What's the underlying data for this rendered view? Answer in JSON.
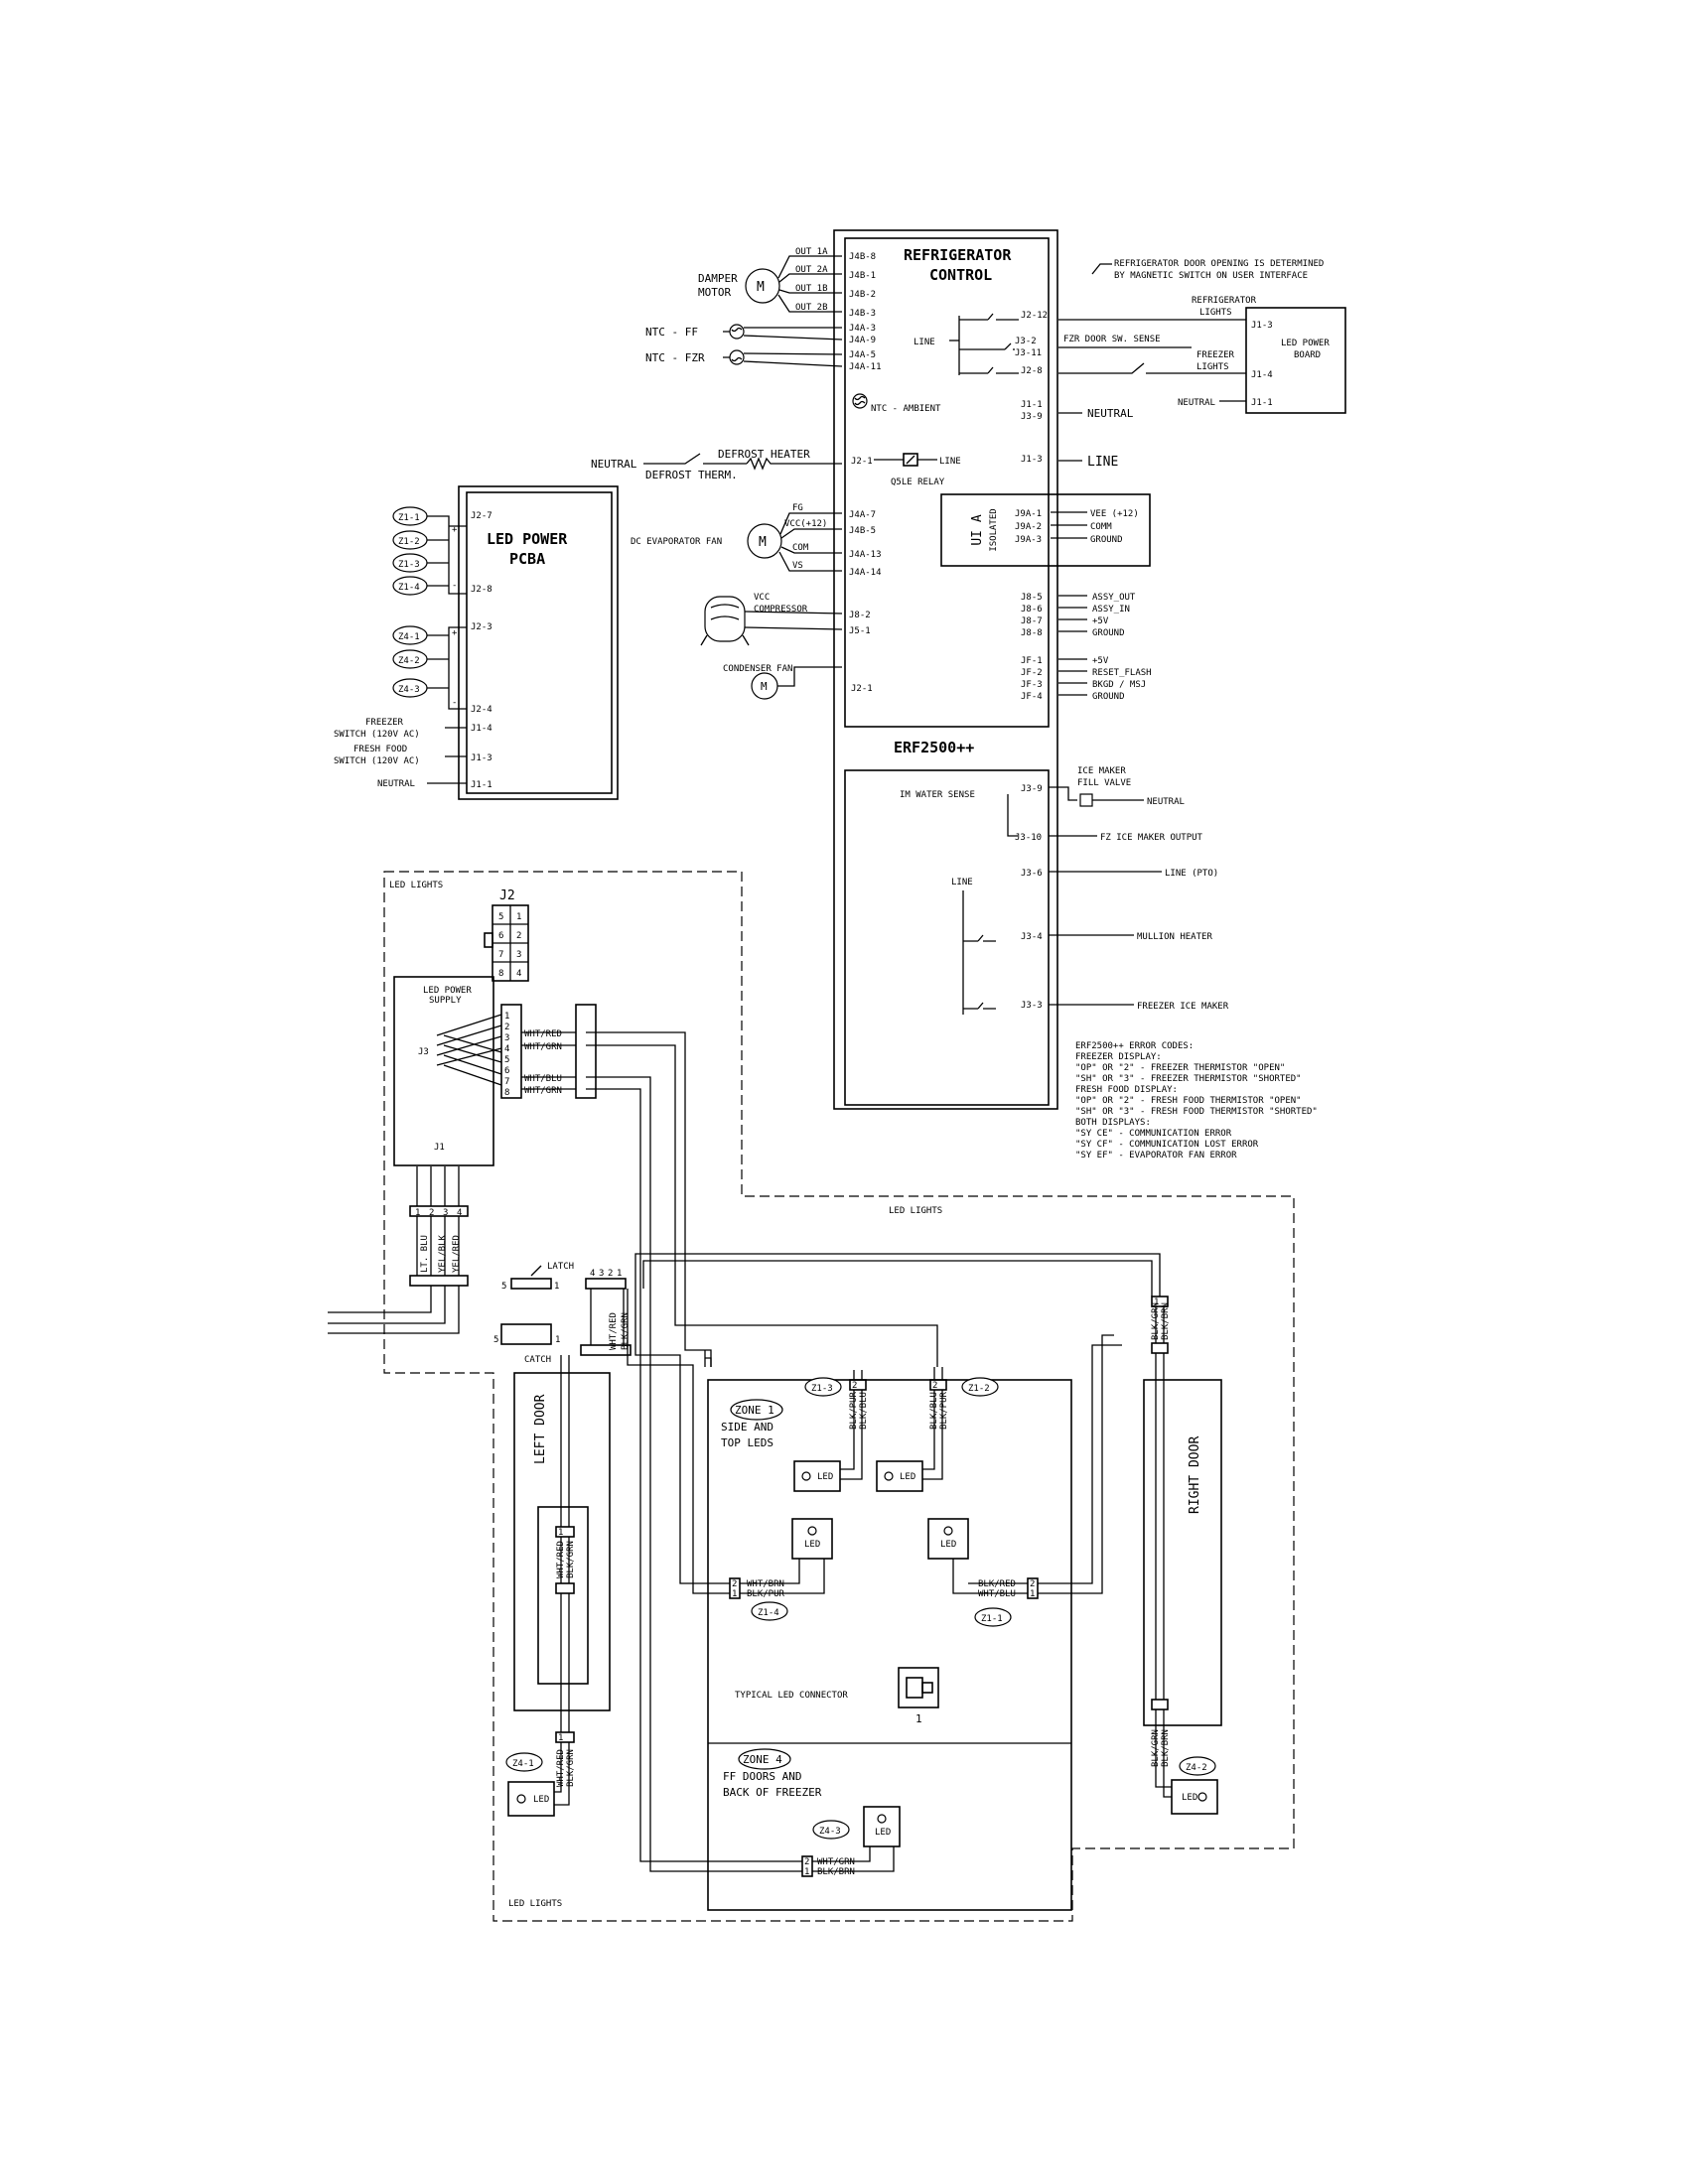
{
  "control": {
    "title1": "REFRIGERATOR",
    "title2": "CONTROL",
    "model": "ERF2500++",
    "pins_left": [
      "J4B-8",
      "J4B-1",
      "J4B-2",
      "J4B-3",
      "J4A-3",
      "J4A-9",
      "J4A-5",
      "J4A-11"
    ],
    "fan_pins": [
      "J4A-7",
      "J4B-5",
      "J4A-13",
      "J4A-14"
    ],
    "comp_pins": [
      "J8-2",
      "J5-1"
    ],
    "j2_1": "J2-1",
    "j2_12": "J2-12",
    "j3_2": "J3-2",
    "j3_11": "J3-11",
    "j2_8": "J2-8",
    "j1_1": "J1-1",
    "j3_9": "J3-9",
    "j1_3": "J1-3",
    "line": "LINE",
    "ntc_ambient": "NTC  - AMBIENT",
    "relay_line": "LINE",
    "relay": "Q5LE RELAY"
  },
  "damper": {
    "label1": "DAMPER",
    "label2": "MOTOR",
    "outs": [
      "OUT 1A",
      "OUT 2A",
      "OUT 1B",
      "OUT 2B"
    ],
    "m": "M"
  },
  "ntc": {
    "ff": "NTC - FF",
    "fzr": "NTC - FZR"
  },
  "defrost": {
    "neutral": "NEUTRAL",
    "heater": "DEFROST HEATER",
    "therm": "DEFROST THERM."
  },
  "evap_fan": {
    "label": "DC EVAPORATOR FAN",
    "m": "M",
    "pins": [
      "FG",
      "VCC(+12)",
      "COM",
      "VS"
    ]
  },
  "compressor": {
    "label1": "VCC",
    "label2": "COMPRESSOR"
  },
  "condenser": {
    "label": "CONDENSER FAN",
    "m": "M"
  },
  "right_terms": {
    "neutral": "NEUTRAL",
    "line": "LINE",
    "fzr_sense": "FZR DOOR SW. SENSE",
    "door_note1": "REFRIGERATOR DOOR OPENING IS DETERMINED",
    "door_note2": "BY MAGNETIC SWITCH ON USER INTERFACE",
    "ref_lights1": "REFRIGERATOR",
    "ref_lights2": "LIGHTS",
    "fzr_lights1": "FREEZER",
    "fzr_lights2": "LIGHTS",
    "neutral2": "NEUTRAL"
  },
  "led_board": {
    "title1": "LED POWER",
    "title2": "BOARD",
    "pins": [
      "J1-3",
      "J1-4",
      "J1-1"
    ]
  },
  "ui": {
    "title": "UI A",
    "sub": "ISOLATED",
    "pins": [
      "J9A-1",
      "J9A-2",
      "J9A-3"
    ],
    "sigs": [
      "VEE (+12)",
      "COMM",
      "GROUND"
    ]
  },
  "j8": {
    "pins": [
      "J8-5",
      "J8-6",
      "J8-7",
      "J8-8"
    ],
    "sigs": [
      "ASSY_OUT",
      "ASSY_IN",
      "+5V",
      "GROUND"
    ]
  },
  "jf": {
    "pins": [
      "JF-1",
      "JF-2",
      "JF-3",
      "JF-4"
    ],
    "sigs": [
      "+5V",
      "RESET_FLASH",
      "BKGD / MSJ",
      "GROUND"
    ]
  },
  "ice": {
    "im_sense": "IM WATER SENSE",
    "j3_9": "J3-9",
    "j3_10": "J3-10",
    "valve1": "ICE MAKER",
    "valve2": "FILL VALVE",
    "neutral": "NEUTRAL",
    "fz_output": "FZ ICE MAKER OUTPUT",
    "j3_6": "J3-6",
    "line_pto": "LINE (PTO)",
    "line": "LINE",
    "j3_4": "J3-4",
    "mullion": "MULLION HEATER",
    "j3_3": "J3-3",
    "fzr_ice": "FREEZER ICE MAKER"
  },
  "errors": {
    "lines": [
      "ERF2500++ ERROR CODES:",
      "FREEZER DISPLAY:",
      "   \"OP\" OR \"2\" - FREEZER THERMISTOR \"OPEN\"",
      "   \"SH\" OR \"3\" - FREEZER THERMISTOR \"SHORTED\"",
      "FRESH FOOD DISPLAY:",
      "   \"OP\" OR \"2\" - FRESH FOOD THERMISTOR \"OPEN\"",
      "   \"SH\" OR \"3\" - FRESH FOOD THERMISTOR \"SHORTED\"",
      "BOTH DISPLAYS:",
      "\"SY CE\" - COMMUNICATION ERROR",
      "\"SY CF\" - COMMUNICATION LOST ERROR",
      "\"SY EF\" - EVAPORATOR FAN ERROR"
    ]
  },
  "led_pcba": {
    "title1": "LED POWER",
    "title2": "PCBA",
    "pins": [
      "J2-7",
      "J2-8",
      "J2-3",
      "J2-4",
      "J1-4",
      "J1-3",
      "J1-1"
    ],
    "z1": [
      "Z1-1",
      "Z1-2",
      "Z1-3",
      "Z1-4"
    ],
    "z4": [
      "Z4-1",
      "Z4-2",
      "Z4-3"
    ],
    "freezer_sw1": "FREEZER",
    "freezer_sw2": "SWITCH (120V AC)",
    "ff_sw1": "FRESH FOOD",
    "ff_sw2": "SWITCH (120V AC)",
    "neutral": "NEUTRAL",
    "plus": "+",
    "minus": "-"
  },
  "lower": {
    "led_lights": "LED LIGHTS",
    "j2": "J2",
    "j2_grid": [
      [
        "5",
        "1"
      ],
      [
        "6",
        "2"
      ],
      [
        "7",
        "3"
      ],
      [
        "8",
        "4"
      ]
    ],
    "supply1": "LED POWER",
    "supply2": "SUPPLY",
    "j3": "J3",
    "j1": "J1",
    "j3_nums": [
      "1",
      "2",
      "3",
      "4",
      "5",
      "6",
      "7",
      "8"
    ],
    "j3_wires": [
      "WHT/RED",
      "WHT/GRN",
      "WHT/BLU",
      "WHT/GRN"
    ],
    "j1_nums": [
      "1",
      "2",
      "3",
      "4"
    ],
    "j1_wires": [
      "LT. BLU",
      "YEL/BLK",
      "YEL/RED"
    ],
    "latch": "LATCH",
    "catch": "CATCH",
    "latch_nums": [
      "5",
      "1"
    ],
    "latch_conn_nums": [
      "4",
      "3",
      "2",
      "1"
    ],
    "latch_wires": [
      "WHT/RED",
      "BLK/GRN"
    ],
    "left_door": "LEFT DOOR",
    "right_door": "RIGHT DOOR",
    "zone1_title": "ZONE 1",
    "zone1_l1": "SIDE AND",
    "zone1_l2": "TOP LEDS",
    "zone4_title": "ZONE 4",
    "zone4_l1": "FF DOORS AND",
    "zone4_l2": "BACK OF FREEZER",
    "typical": "TYPICAL LED CONNECTOR",
    "typical_num": "1",
    "z1_3": "Z1-3",
    "z1_2": "Z1-2",
    "z1_4": "Z1-4",
    "z1_1": "Z1-1",
    "z4_1": "Z4-1",
    "z4_2": "Z4-2",
    "z4_3": "Z4-3",
    "led": "LED",
    "w_z13": [
      "BLK/PUR",
      "BLK/BLU"
    ],
    "w_z12": [
      "BLK/BLU",
      "BLK/PUR"
    ],
    "w_z14": [
      "WHT/BRN",
      "BLK/PUR"
    ],
    "w_z11": [
      "BLK/RED",
      "WHT/BLU"
    ],
    "w_z43": [
      "WHT/GRN",
      "BLK/BRN"
    ],
    "w_left": [
      "WHT/RED",
      "BLK/GRN"
    ],
    "w_z41": [
      "WHT/RED",
      "BLK/GRN"
    ],
    "w_right": [
      "BLK/GRN",
      "BLK/BRN"
    ],
    "w_z42": [
      "BLK/GRN",
      "BLK/BRN"
    ],
    "n12": [
      "1",
      "2"
    ],
    "n21": [
      "2",
      "1"
    ]
  }
}
